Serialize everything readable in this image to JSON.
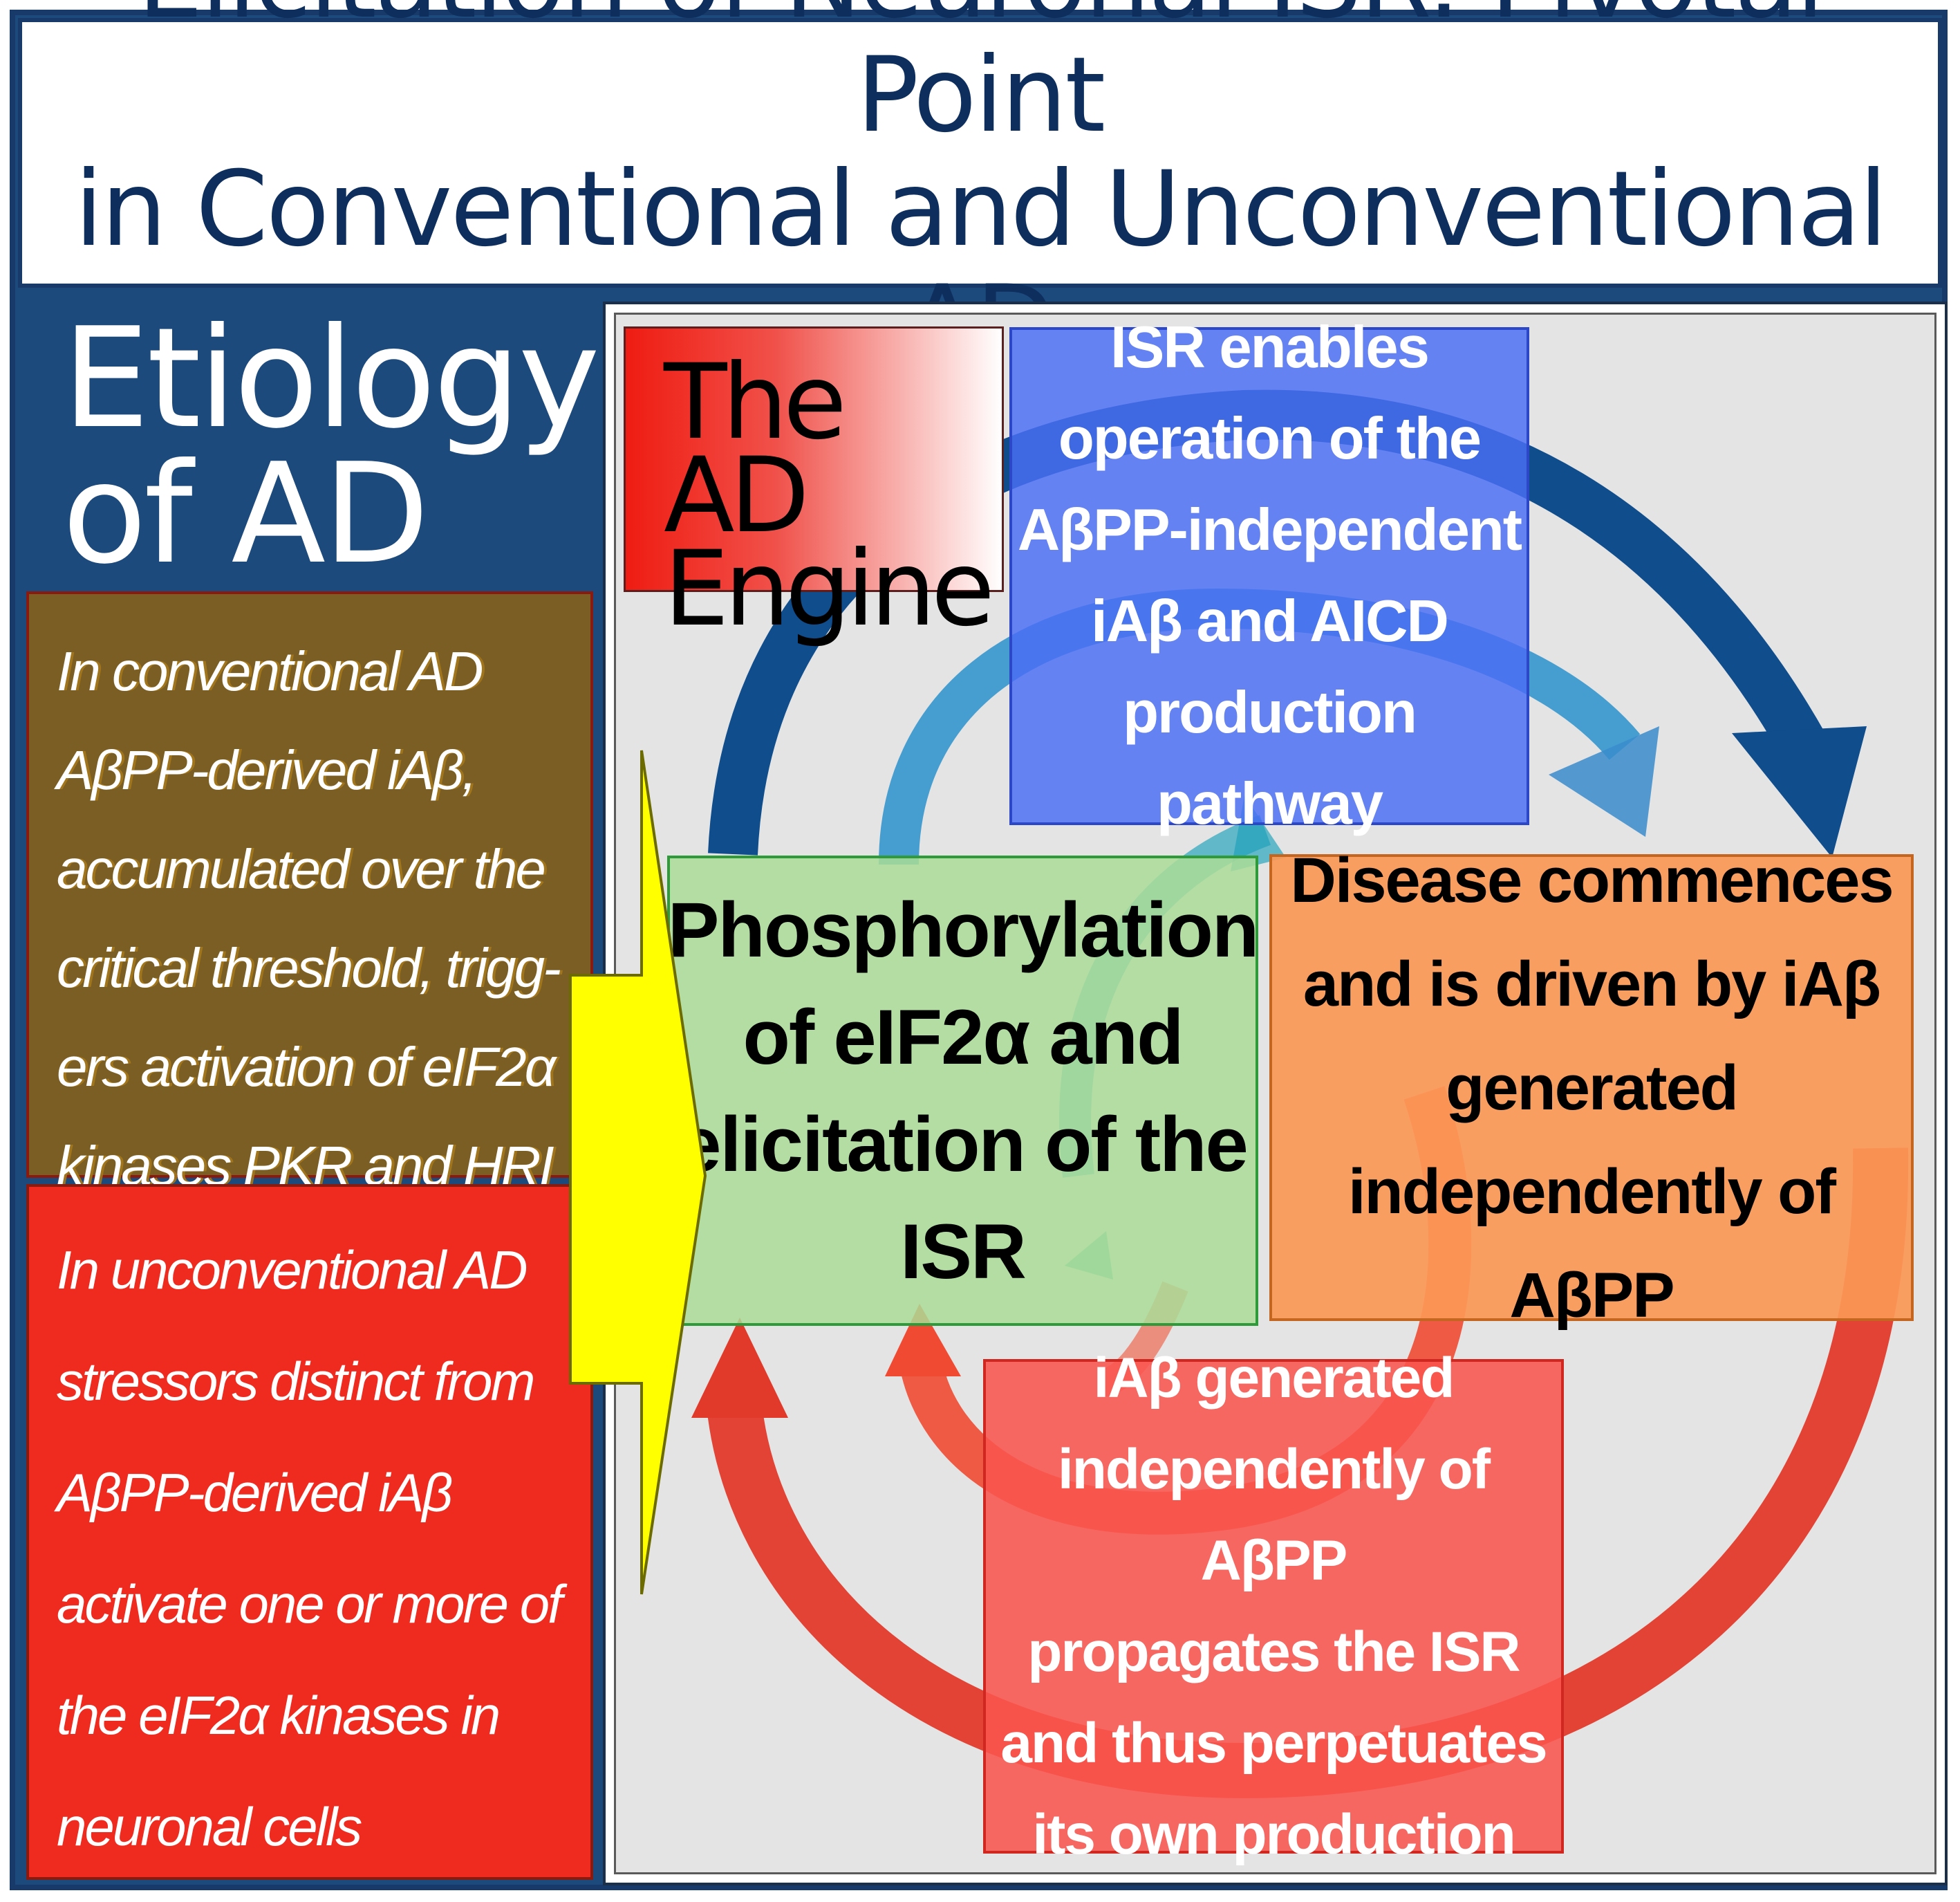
{
  "title": "Elicitation of Neuronal ISR: Pivotal Point\nin Conventional and Unconventional AD",
  "etiology": {
    "line1": "Etiology",
    "line2": "of AD"
  },
  "conventional": {
    "text": "In conventional AD AβPP-derived iAβ, accumulated over the critical threshold, trigg-ers activation of eIF2α kinases PKR and HRI",
    "ghost": "In conventional AD AβPP-derived iAβ, accumulated over the critical threshold, trigg-ers activation of eIF2α kinases PKR and HRI"
  },
  "unconventional": {
    "text": "In unconventional AD stressors distinct from AβPP-derived iAβ activate one or more of the eIF2α kinases in neuronal cells"
  },
  "engine": {
    "line1": "The AD",
    "line2": "Engine"
  },
  "isr_box": "ISR enables\noperation of the\nAβPP-independent\niAβ and AICD\nproduction pathway",
  "phos_box": "Phosphorylation\nof eIF2α and\nelicitation of the\nISR",
  "disease_box": "Disease commences\nand is driven by iAβ\ngenerated\nindependently of AβPP",
  "iab_box": "iAβ generated\nindependently of AβPP\npropagates the ISR\nand thus perpetuates\nits own production",
  "colors": {
    "navy": "#1c4a7c",
    "olive": "#7b5e24",
    "red": "#ef2a1f",
    "blue_arrow": "#0f4d8c",
    "red_arrow": "#e23a2a",
    "yellow": "#ffff00"
  }
}
